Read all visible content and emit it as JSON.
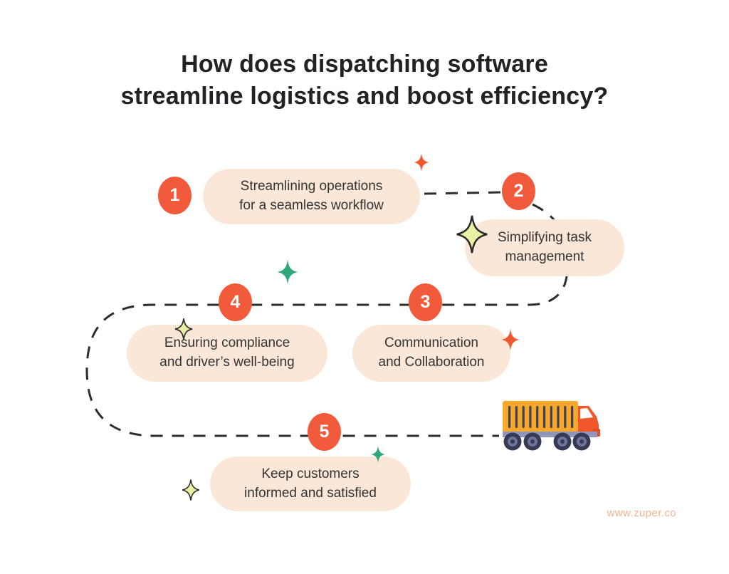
{
  "title": "How does dispatching software\nstreamline logistics and boost efficiency?",
  "steps": [
    {
      "number": "1",
      "label": "Streamlining operations\nfor a seamless workflow"
    },
    {
      "number": "2",
      "label": "Simplifying task\nmanagement"
    },
    {
      "number": "3",
      "label": "Communication\nand Collaboration"
    },
    {
      "number": "4",
      "label": "Ensuring compliance\nand driver’s well-being"
    },
    {
      "number": "5",
      "label": "Keep customers\ninformed and satisfied"
    }
  ],
  "footer": {
    "website": "www.zuper.co"
  },
  "icons": {
    "truck": "truck-icon",
    "sparkles": [
      {
        "name": "sparkle-icon",
        "style": "orange-filled",
        "location": "above-step-1-pill"
      },
      {
        "name": "sparkle-icon",
        "style": "yellow-outlined-large",
        "location": "left-of-step-2-pill"
      },
      {
        "name": "sparkle-icon",
        "style": "green-filled",
        "location": "above-step-4-circle"
      },
      {
        "name": "sparkle-icon",
        "style": "yellow-outlined-small",
        "location": "top-of-step-4-pill"
      },
      {
        "name": "sparkle-icon",
        "style": "orange-filled",
        "location": "right-of-step-3-pill"
      },
      {
        "name": "sparkle-icon",
        "style": "green-filled-small",
        "location": "above-step-5-pill"
      },
      {
        "name": "sparkle-icon",
        "style": "yellow-outlined-small",
        "location": "left-of-step-5-pill"
      }
    ]
  },
  "colors": {
    "background": "#FFFFFF",
    "title_text": "#212126",
    "step_circle": "#F15B3B",
    "step_number_text": "#FFFFFF",
    "pill_background": "#FBE7D7",
    "pill_text": "#333333",
    "route_dash": "#2D2D2D",
    "sparkle_orange": "#F1572F",
    "sparkle_green": "#2EA878",
    "sparkle_yellow_fill": "#EAF0A3",
    "sparkle_outline": "#2B2B2B",
    "truck_container": "#F7A82B",
    "truck_container_stripes": "#3F4254",
    "truck_cab": "#F2572B",
    "truck_chassis": "#9095BA",
    "truck_wheel": "#363A54",
    "truck_wheel_ring": "#6E739A",
    "website_text": "#F2B28F"
  }
}
